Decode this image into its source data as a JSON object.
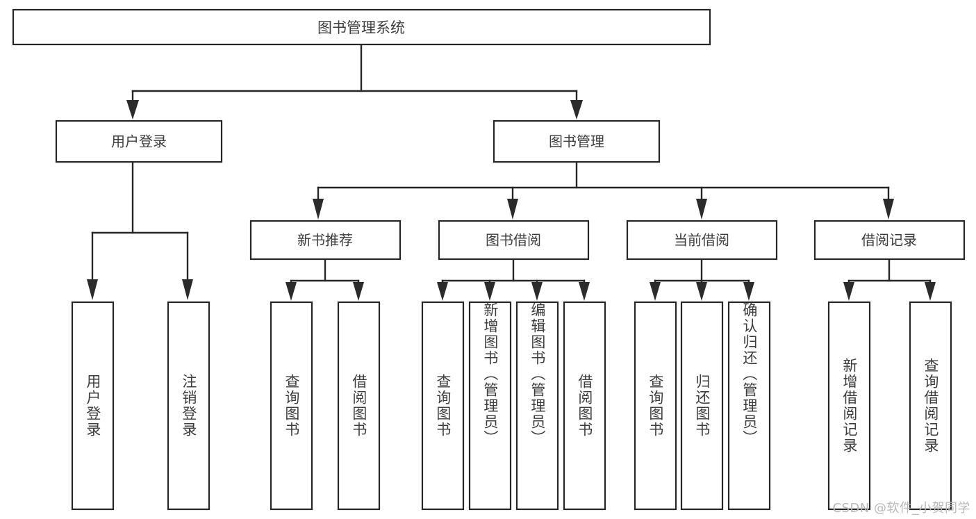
{
  "diagram": {
    "type": "tree",
    "title": "图书管理系统",
    "root": {
      "id": "root",
      "label": "图书管理系统",
      "orientation": "horizontal"
    },
    "level2": [
      {
        "id": "user-login",
        "label": "用户登录",
        "orientation": "horizontal"
      },
      {
        "id": "book-management",
        "label": "图书管理",
        "orientation": "horizontal"
      }
    ],
    "level3": [
      {
        "id": "new-book-recommend",
        "label": "新书推荐",
        "parent": "book-management",
        "orientation": "horizontal"
      },
      {
        "id": "book-borrow",
        "label": "图书借阅",
        "parent": "book-management",
        "orientation": "horizontal"
      },
      {
        "id": "current-borrow",
        "label": "当前借阅",
        "parent": "book-management",
        "orientation": "horizontal"
      },
      {
        "id": "borrow-record",
        "label": "借阅记录",
        "parent": "book-management",
        "orientation": "horizontal"
      }
    ],
    "leaves": [
      {
        "id": "leaf-user-login",
        "label": "用户登录",
        "parent": "user-login",
        "orientation": "vertical"
      },
      {
        "id": "leaf-logout-login",
        "label": "注销登录",
        "parent": "user-login",
        "orientation": "vertical"
      },
      {
        "id": "leaf-query-book-1",
        "label": "查询图书",
        "parent": "new-book-recommend",
        "orientation": "vertical"
      },
      {
        "id": "leaf-borrow-book-1",
        "label": "借阅图书",
        "parent": "new-book-recommend",
        "orientation": "vertical"
      },
      {
        "id": "leaf-query-book-2",
        "label": "查询图书",
        "parent": "book-borrow",
        "orientation": "vertical"
      },
      {
        "id": "leaf-add-book",
        "label": "新增图书（管理员）",
        "parent": "book-borrow",
        "orientation": "vertical"
      },
      {
        "id": "leaf-edit-book",
        "label": "编辑图书（管理员）",
        "parent": "book-borrow",
        "orientation": "vertical"
      },
      {
        "id": "leaf-borrow-book-2",
        "label": "借阅图书",
        "parent": "book-borrow",
        "orientation": "vertical"
      },
      {
        "id": "leaf-query-book-3",
        "label": "查询图书",
        "parent": "current-borrow",
        "orientation": "vertical"
      },
      {
        "id": "leaf-return-book",
        "label": "归还图书",
        "parent": "current-borrow",
        "orientation": "vertical"
      },
      {
        "id": "leaf-confirm-return",
        "label": "确认归还（管理员）",
        "parent": "current-borrow",
        "orientation": "vertical"
      },
      {
        "id": "leaf-add-record",
        "label": "新增借阅记录",
        "parent": "borrow-record",
        "orientation": "vertical"
      },
      {
        "id": "leaf-query-record",
        "label": "查询借阅记录",
        "parent": "borrow-record",
        "orientation": "vertical"
      }
    ]
  },
  "watermark": {
    "text": "CSDN @软件_小贺同学"
  },
  "colors": {
    "background": "#ffffff",
    "box_fill": "#ffffff",
    "box_stroke": "#262626",
    "connector": "#262626",
    "text": "#3d3d3d",
    "watermark": "#b9b9b9"
  }
}
